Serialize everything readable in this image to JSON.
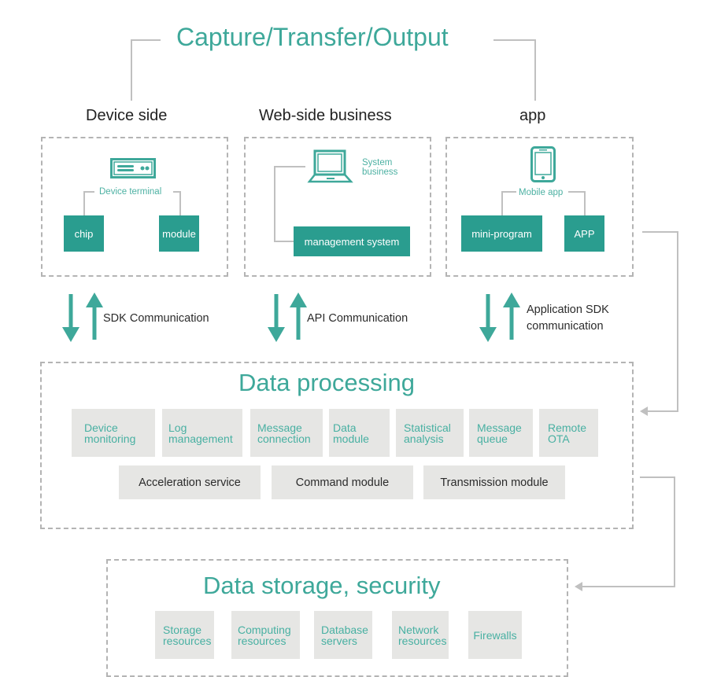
{
  "title": "Capture/Transfer/Output",
  "colors": {
    "teal": "#2a9d8f",
    "teal_text": "#3ea89a",
    "gray_box": "#e6e6e4",
    "line": "#c0c0c0"
  },
  "columns": [
    {
      "heading": "Device side",
      "icon": "server-icon",
      "sublabel": "Device terminal",
      "boxes": [
        "chip",
        "module"
      ]
    },
    {
      "heading": "Web-side business",
      "icon": "laptop-icon",
      "sublabel": "System business",
      "sublabel_lines": [
        "System",
        "business"
      ],
      "boxes": [
        "management system"
      ]
    },
    {
      "heading": "app",
      "icon": "mobile-phone-icon",
      "sublabel": "Mobile app",
      "boxes": [
        "mini-program",
        "APP"
      ]
    }
  ],
  "communications": [
    {
      "label": "SDK Communication",
      "lines": [
        "SDK Communication"
      ]
    },
    {
      "label": "API Communication",
      "lines": [
        "API Communication"
      ]
    },
    {
      "label": "Application SDK communication",
      "lines": [
        "Application SDK",
        "communication"
      ]
    }
  ],
  "processing": {
    "title": "Data processing",
    "modules": [
      {
        "lines": [
          "Device",
          "monitoring"
        ]
      },
      {
        "lines": [
          "Log",
          "management"
        ]
      },
      {
        "lines": [
          "Message",
          "connection"
        ]
      },
      {
        "lines": [
          "Data",
          "module"
        ]
      },
      {
        "lines": [
          "Statistical",
          "analysis"
        ]
      },
      {
        "lines": [
          "Message",
          "queue"
        ]
      },
      {
        "lines": [
          "Remote",
          "OTA"
        ]
      }
    ],
    "services": [
      "Acceleration service",
      "Command module",
      "Transmission module"
    ]
  },
  "storage": {
    "title": "Data storage, security",
    "resources": [
      {
        "lines": [
          "Storage",
          "resources"
        ]
      },
      {
        "lines": [
          "Computing",
          "resources"
        ]
      },
      {
        "lines": [
          "Database",
          "servers"
        ]
      },
      {
        "lines": [
          "Network",
          "resources"
        ]
      },
      {
        "lines": [
          "Firewalls"
        ]
      }
    ]
  }
}
